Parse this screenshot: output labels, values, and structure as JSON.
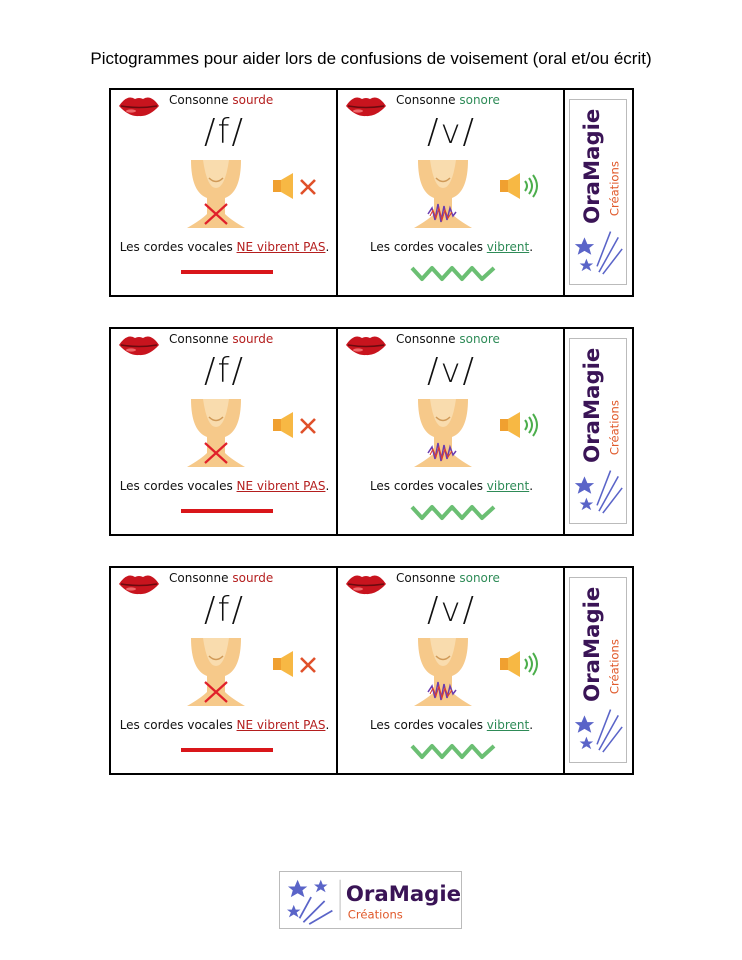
{
  "title": "Pictogrammes pour aider lors de confusions de voisement (oral et/ou écrit)",
  "cards": [
    {
      "voiceless": {
        "consonne": "Consonne",
        "type": "sourde",
        "phoneme": "/f/",
        "desc_prefix": "Les cordes vocales ",
        "desc_key": "NE vibrent PAS",
        "desc_suffix": "."
      },
      "voiced": {
        "consonne": "Consonne",
        "type": "sonore",
        "phoneme": "/v/",
        "desc_prefix": "Les cordes vocales ",
        "desc_key": "vibrent",
        "desc_suffix": "."
      }
    },
    {
      "voiceless": {
        "consonne": "Consonne",
        "type": "sourde",
        "phoneme": "/f/",
        "desc_prefix": "Les cordes vocales ",
        "desc_key": "NE vibrent PAS",
        "desc_suffix": "."
      },
      "voiced": {
        "consonne": "Consonne",
        "type": "sonore",
        "phoneme": "/v/",
        "desc_prefix": "Les cordes vocales ",
        "desc_key": "vibrent",
        "desc_suffix": "."
      }
    },
    {
      "voiceless": {
        "consonne": "Consonne",
        "type": "sourde",
        "phoneme": "/f/",
        "desc_prefix": "Les cordes vocales ",
        "desc_key": "NE vibrent PAS",
        "desc_suffix": "."
      },
      "voiced": {
        "consonne": "Consonne",
        "type": "sonore",
        "phoneme": "/v/",
        "desc_prefix": "Les cordes vocales ",
        "desc_key": "vibrent",
        "desc_suffix": "."
      }
    }
  ],
  "logo": {
    "brand": "OraMagie",
    "sub": "Créations"
  },
  "colors": {
    "sourde": "#b41e1e",
    "sonore": "#2e8b57",
    "logo_purple": "#3a1456",
    "logo_orange": "#e05a2b",
    "star_blue": "#5a64c8"
  },
  "icons": [
    "lips-icon",
    "throat-icon",
    "speaker-muted-icon",
    "speaker-sound-icon",
    "wave-icon",
    "underline-bar-icon",
    "stars-icon"
  ]
}
